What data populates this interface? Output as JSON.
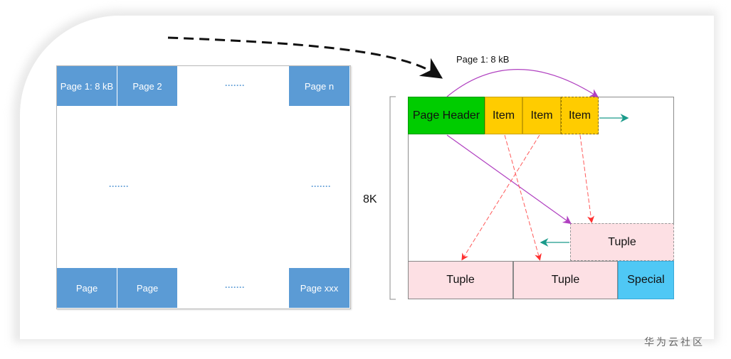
{
  "file_layout": {
    "top_row": [
      "Page 1: 8 kB",
      "Page 2",
      "Page n"
    ],
    "bottom_row": [
      "Page",
      "Page",
      "Page xxx"
    ],
    "ellipsis_top": "·······",
    "ellipsis_bottom": "·······",
    "ellipsis_mid_left": "·······",
    "ellipsis_mid_right": "·······"
  },
  "page_detail": {
    "title": "Page 1: 8 kB",
    "size_label": "8K",
    "header": "Page Header",
    "items": [
      "Item",
      "Item",
      "Item"
    ],
    "tuple_upper": "Tuple",
    "tuples_bottom": [
      "Tuple",
      "Tuple"
    ],
    "special": "Special"
  },
  "colors": {
    "page_blue": "#5b9bd5",
    "header_green": "#00cc00",
    "item_yellow": "#ffcc00",
    "tuple_pink": "#fde0e4",
    "special_cyan": "#4fc8f5",
    "arrow_purple": "#b040c0",
    "arrow_red": "#ff5a5a",
    "arrow_teal": "#1a9a8a"
  },
  "watermark": "华为云社区"
}
